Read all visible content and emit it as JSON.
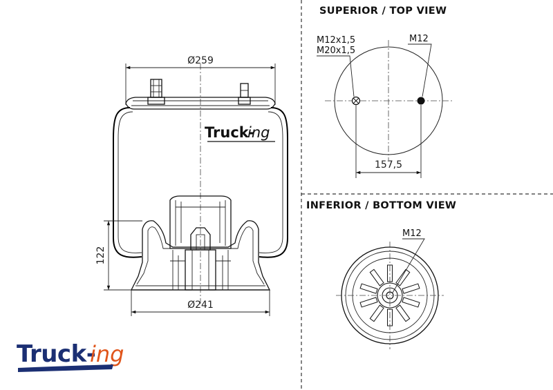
{
  "brand": {
    "name_main": "Truck-",
    "name_suffix": "ing",
    "main_color": "#1b2f73",
    "suffix_color": "#e0551b"
  },
  "side_view": {
    "top_diameter": "Ø259",
    "bottom_diameter": "Ø241",
    "height": "122"
  },
  "top_view": {
    "title": "SUPERIOR / TOP VIEW",
    "thread_left_1": "M12x1,5",
    "thread_left_2": "M20x1,5",
    "thread_right": "M12",
    "spacing": "157,5"
  },
  "bottom_view": {
    "title": "INFERIOR / BOTTOM VIEW",
    "thread": "M12"
  }
}
